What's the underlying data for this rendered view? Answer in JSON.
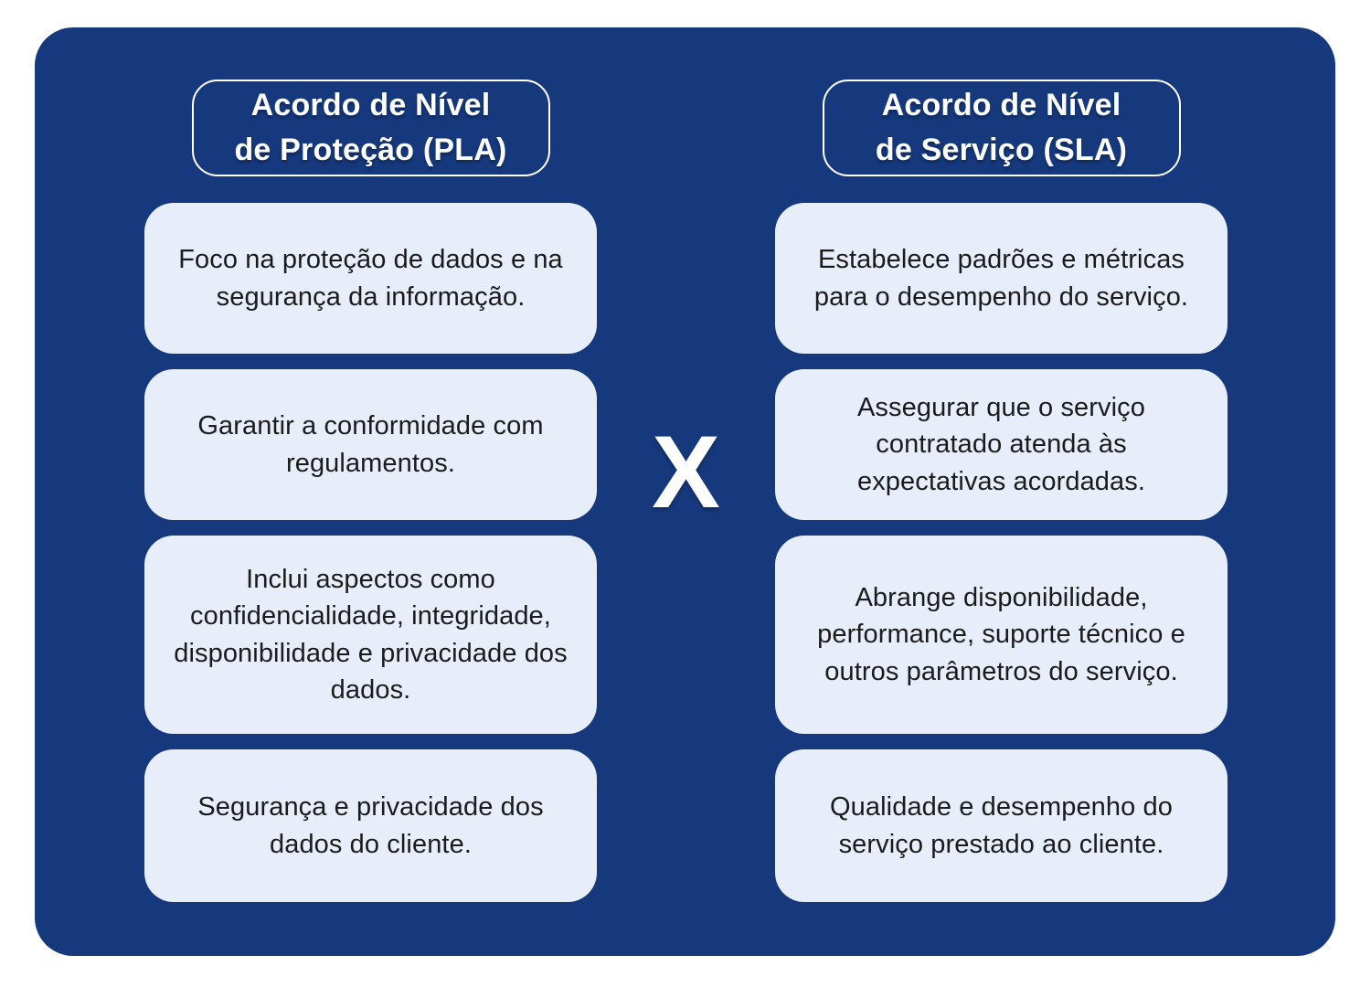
{
  "separator": {
    "label": "X"
  },
  "columns": [
    {
      "id": "pla",
      "header": "Acordo de Nível\nde Proteção (PLA)",
      "items": [
        "Foco na proteção de dados e na segurança da informação.",
        "Garantir a conformidade com regulamentos.",
        "Inclui aspectos como confidencialidade, integridade, disponibilidade e privacidade dos dados.",
        "Segurança e privacidade dos dados do cliente."
      ]
    },
    {
      "id": "sla",
      "header": "Acordo de Nível\nde Serviço (SLA)",
      "items": [
        "Estabelece padrões e métricas para o desempenho do serviço.",
        "Assegurar que o serviço contratado atenda às expectativas acordadas.",
        "Abrange disponibilidade, performance, suporte técnico e outros parâmetros do serviço.",
        "Qualidade e desempenho do serviço prestado ao cliente."
      ]
    }
  ],
  "colors": {
    "card_background": "#16397E",
    "box_background": "#E8EDFA",
    "header_text": "#FFFFFF",
    "box_text": "#1B1B1B",
    "page_background": "#FFFFFF"
  }
}
